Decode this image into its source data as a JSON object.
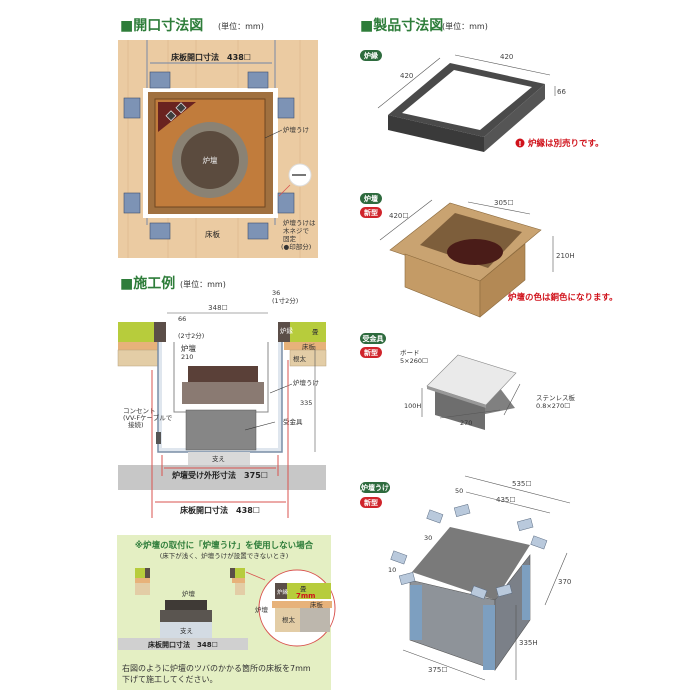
{
  "opening": {
    "title": "■開口寸法図",
    "unit": "(単位：mm)",
    "floor_opening": "床板開口寸法　438☐",
    "furnace": "炉壇",
    "furnace_receiver": "炉壇うけ",
    "floor": "床板",
    "screw_note": [
      "炉壇うけは",
      "木ネジで",
      "固定",
      "(●印部分)"
    ]
  },
  "construction": {
    "title": "■施工例",
    "unit": "(単位：mm)",
    "dim_36": "36",
    "dim_36_sub": "(1寸2分)",
    "dim_348": "348☐",
    "dim_66": "66",
    "dim_66_sub": "(2寸2分)",
    "furnace": "炉壇",
    "dim_210": "210",
    "tatami": "畳",
    "floor": "床板",
    "joist": "根太",
    "frame": "炉縁",
    "furnace_receiver": "炉壇うけ",
    "dim_335": "335",
    "outlet": [
      "コンセント",
      "(VV-Fケーブルで",
      "接続)"
    ],
    "bracket": "受金具",
    "support": "支え",
    "outer_dim": "炉壇受け外形寸法　375☐",
    "floor_opening": "床板開口寸法　438☐"
  },
  "no_receiver": {
    "title": "※炉壇の取付に「炉壇うけ」を使用しない場合",
    "subtitle": "(床下が浅く、炉壇うけが設置できないとき)",
    "furnace": "炉壇",
    "support": "支え",
    "floor_opening": "床板開口寸法　348☐",
    "frame": "炉縁",
    "tatami": "畳",
    "floor": "床板",
    "joist": "根太",
    "dim_7mm": "7mm",
    "note": [
      "右図のように炉壇のツバのかかる箇所の床板を7mm",
      "下げて施工してください。"
    ]
  },
  "product": {
    "title": "■製品寸法図",
    "unit": "(単位：mm)",
    "frame": {
      "badge": "炉縁",
      "dim_w": "420",
      "dim_d": "420",
      "dim_h": "66",
      "note": "炉縁は別売りです。"
    },
    "furnace": {
      "badge": "炉壇",
      "new": "新型",
      "dim_outer": "420☐",
      "dim_inner": "305☐",
      "dim_h": "210H",
      "note": "炉壇の色は銅色になります。"
    },
    "bracket": {
      "badge": "受金具",
      "new": "新型",
      "board": "ボード",
      "board_dim": "5×260☐",
      "dim_h": "100H",
      "dim_w": "270",
      "plate": "ステンレス板",
      "plate_dim": "0.8×270☐"
    },
    "receiver": {
      "badge": "炉壇うけ",
      "new": "新型",
      "dim_535": "535☐",
      "dim_435": "435☐",
      "dim_50": "50",
      "dim_30": "30",
      "dim_10": "10",
      "dim_370": "370",
      "dim_335": "335H",
      "dim_375": "375☐"
    }
  },
  "colors": {
    "title_green": "#2e7d3a",
    "badge_green": "#2e6b3e",
    "badge_red": "#d0242b",
    "note_red": "#d0121b",
    "bracket_blue": "#7d93b5",
    "wood": "#ebcba2",
    "panel_green": "#e4efc3"
  }
}
